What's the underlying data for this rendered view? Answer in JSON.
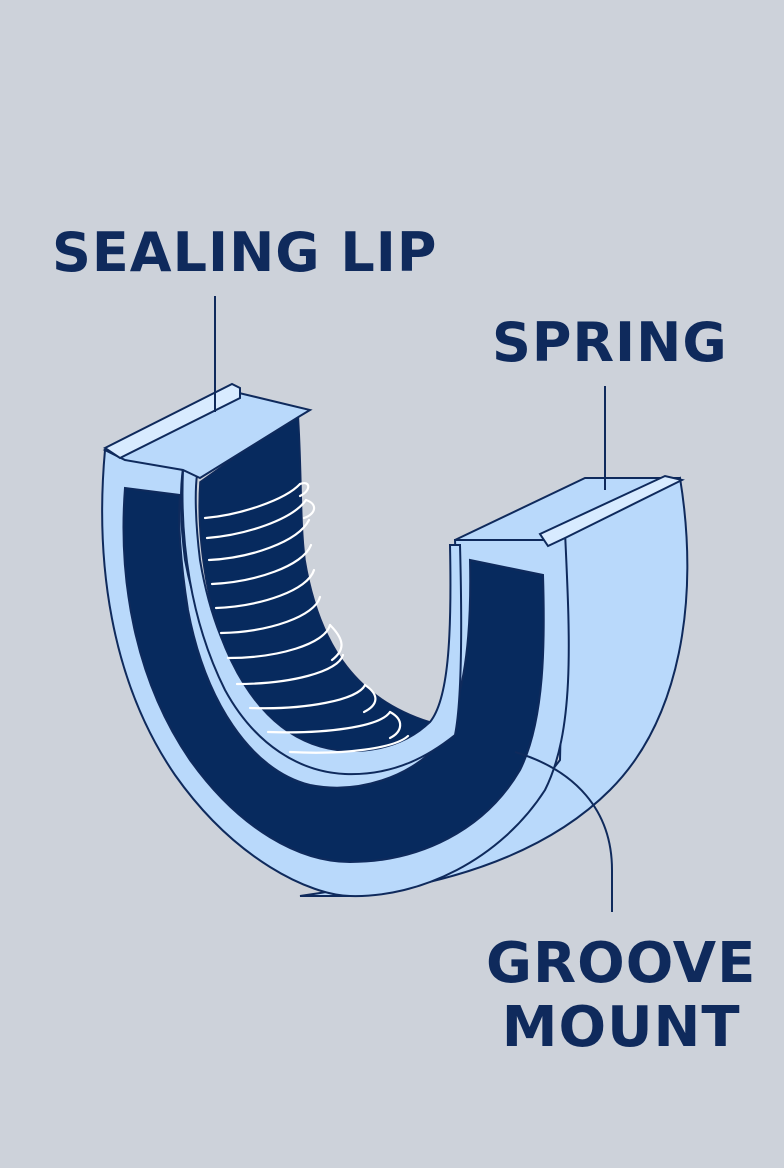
{
  "labels": {
    "sealing_lip": "SEALING LIP",
    "spring": "SPRING",
    "groove_mount_line1": "GROOVE",
    "groove_mount_line2": "MOUNT"
  },
  "colors": {
    "background": "#cdd2da",
    "seal_light": "#b9d9fb",
    "seal_dark": "#072a5e",
    "outline": "#0f2a5c",
    "spring_coil": "#ffffff"
  }
}
